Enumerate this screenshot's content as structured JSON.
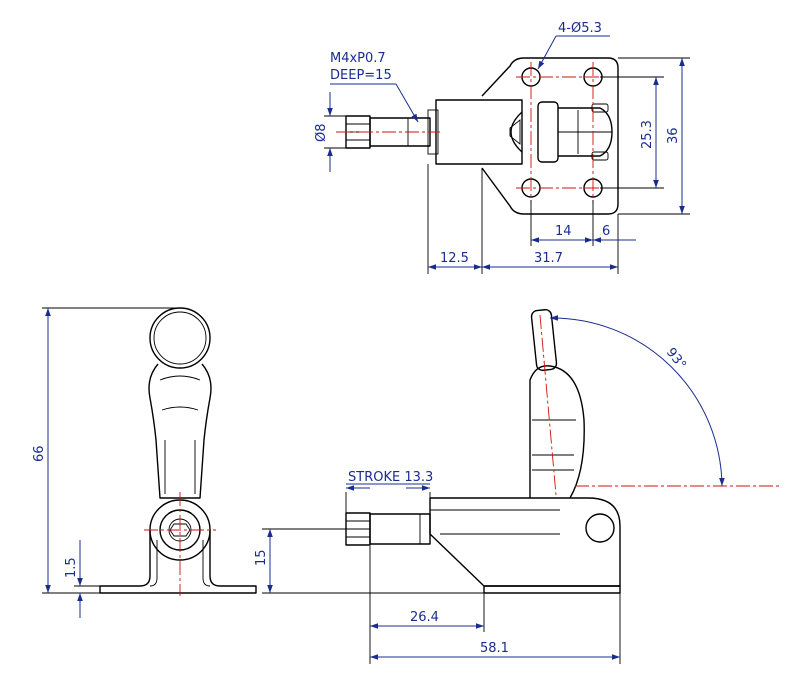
{
  "labels": {
    "hole_spec": "4-Ø5.3",
    "thread_spec": "M4xP0.7",
    "thread_depth": "DEEP=15",
    "shaft_diameter": "Ø8",
    "dim_25_3": "25.3",
    "dim_36": "36",
    "dim_14": "14",
    "dim_6": "6",
    "dim_12_5": "12.5",
    "dim_31_7": "31.7",
    "dim_66": "66",
    "dim_1_5": "1.5",
    "dim_15": "15",
    "stroke": "STROKE 13.3",
    "angle": "93°",
    "dim_26_4": "26.4",
    "dim_58_1": "58.1"
  },
  "colors": {
    "dimension": "#1a2d8f",
    "centerline": "#d01010",
    "outline": "#000000"
  }
}
